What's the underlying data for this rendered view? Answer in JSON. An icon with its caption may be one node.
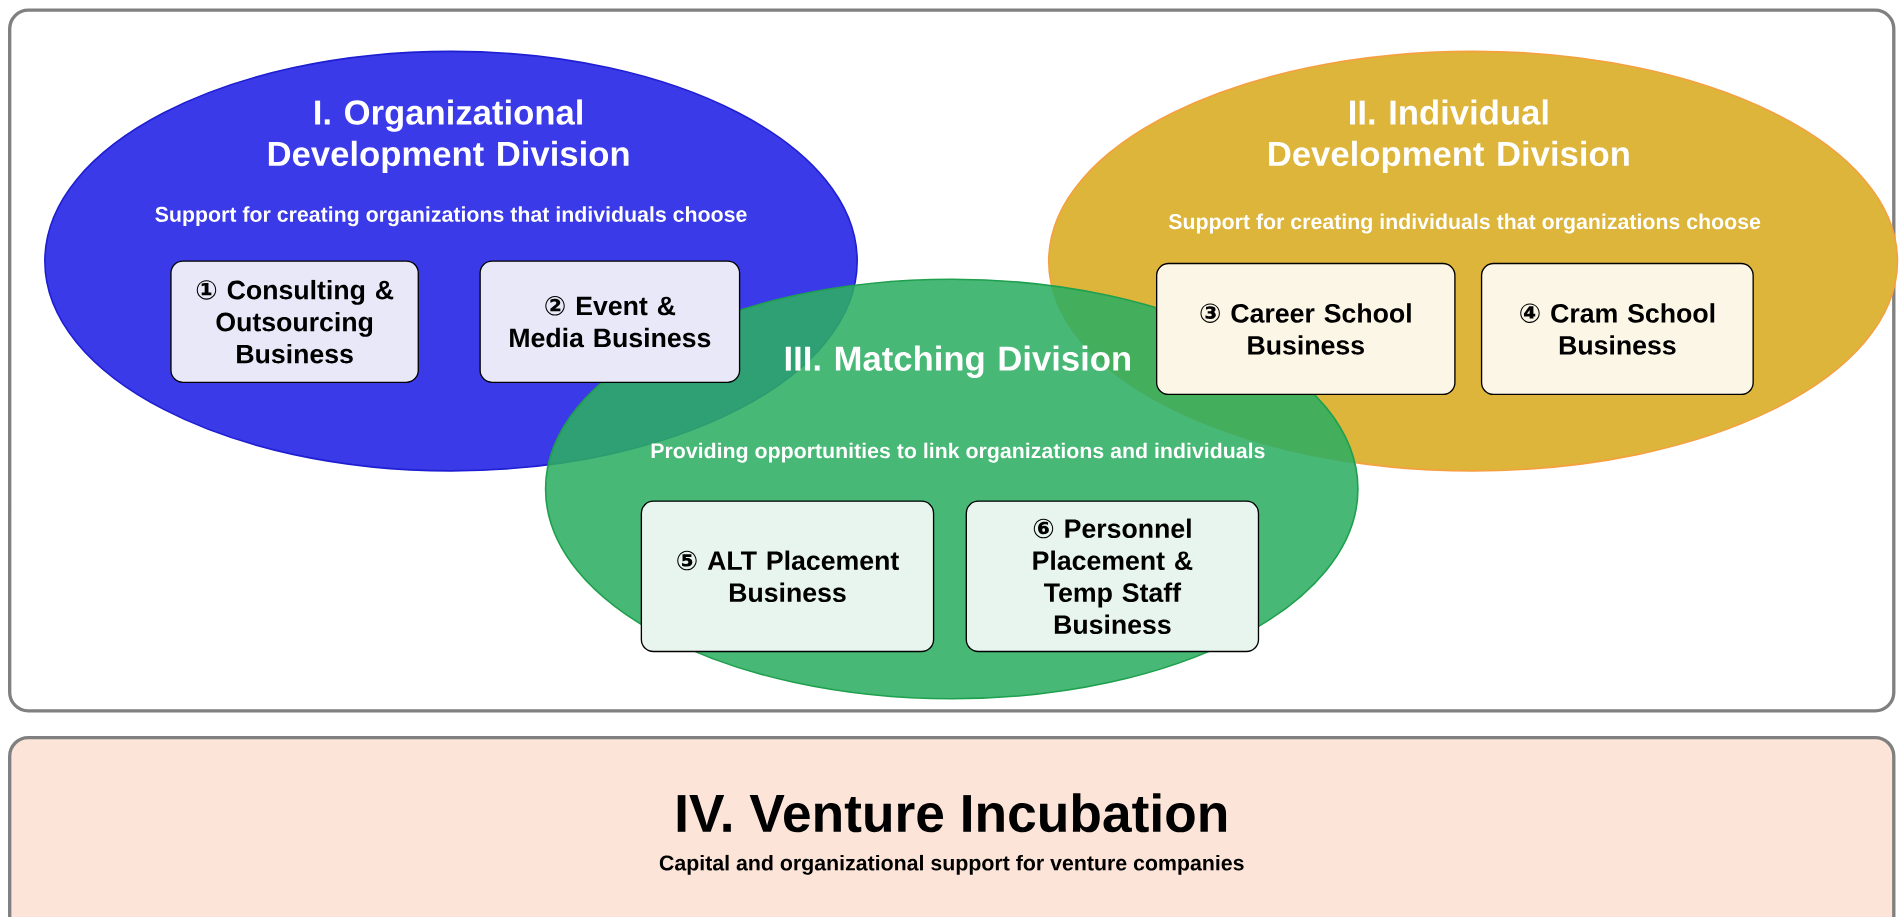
{
  "diagram": {
    "nodes": [
      {
        "text": [
          "I. Organizational Development Division",
          "Support for creating organizations that individuals choose"
        ]
      },
      {
        "text": [
          "① Consulting & Outsourcing Business"
        ],
        "in": 0
      },
      {
        "text": [
          "② Event & Media Business"
        ],
        "in": 0
      },
      {
        "text": [
          "II. Individual Development Division",
          "Support for creating individuals that organizations choose"
        ]
      },
      {
        "text": [
          "③ Career School Business"
        ],
        "in": 3
      },
      {
        "text": [
          "④ Cram School Business"
        ],
        "in": 3
      },
      {
        "text": [
          "III. Matching Division",
          "Providing opportunities to link organizations and individuals"
        ]
      },
      {
        "text": [
          "⑤ ALT Placement Business"
        ],
        "in": 6
      },
      {
        "text": [
          "⑥ Personnel Placement & Temp Staff Business"
        ],
        "in": 6
      },
      {
        "text": [
          "IV. Venture Incubation",
          "Capital and organizational support for venture companies"
        ]
      }
    ]
  }
}
